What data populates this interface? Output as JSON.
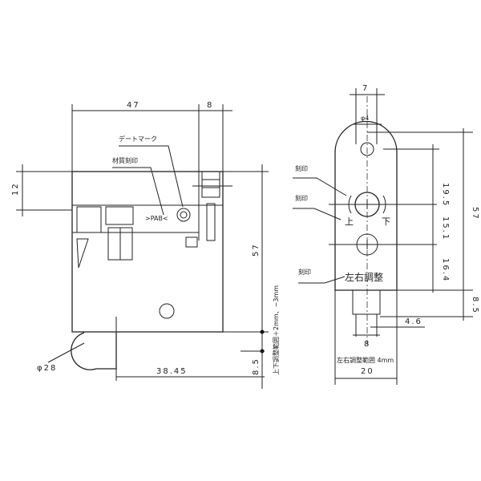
{
  "side_view": {
    "dim_width": "47",
    "dim_flange": "8",
    "dim_top": "12",
    "dim_height": "57",
    "dim_bottom": "8.5",
    "dim_axle": "38.45",
    "dim_wheel": "φ28",
    "label_date_mark": "デートマーク",
    "label_material_stamp": "材質刻印",
    "stamp_text": ">PAB<",
    "adjust_range": "上下調整範囲＋2mm、−3mm"
  },
  "front_view": {
    "dim_top_width": "7",
    "dim_hole": "φ4",
    "dim_19_5": "19.5",
    "dim_15_1": "15.1",
    "dim_16_4": "16.4",
    "dim_height": "57",
    "dim_bottom": "8.5",
    "dim_4_6": "4.6",
    "dim_8": "8",
    "dim_width": "20",
    "label_stamp_1": "刻印",
    "label_stamp_2": "刻印",
    "label_stamp_3": "刻印",
    "mark_up": "上",
    "mark_down": "下",
    "mark_lr_adjust": "左右調整",
    "adjust_range": "左右調整範囲 4mm"
  }
}
